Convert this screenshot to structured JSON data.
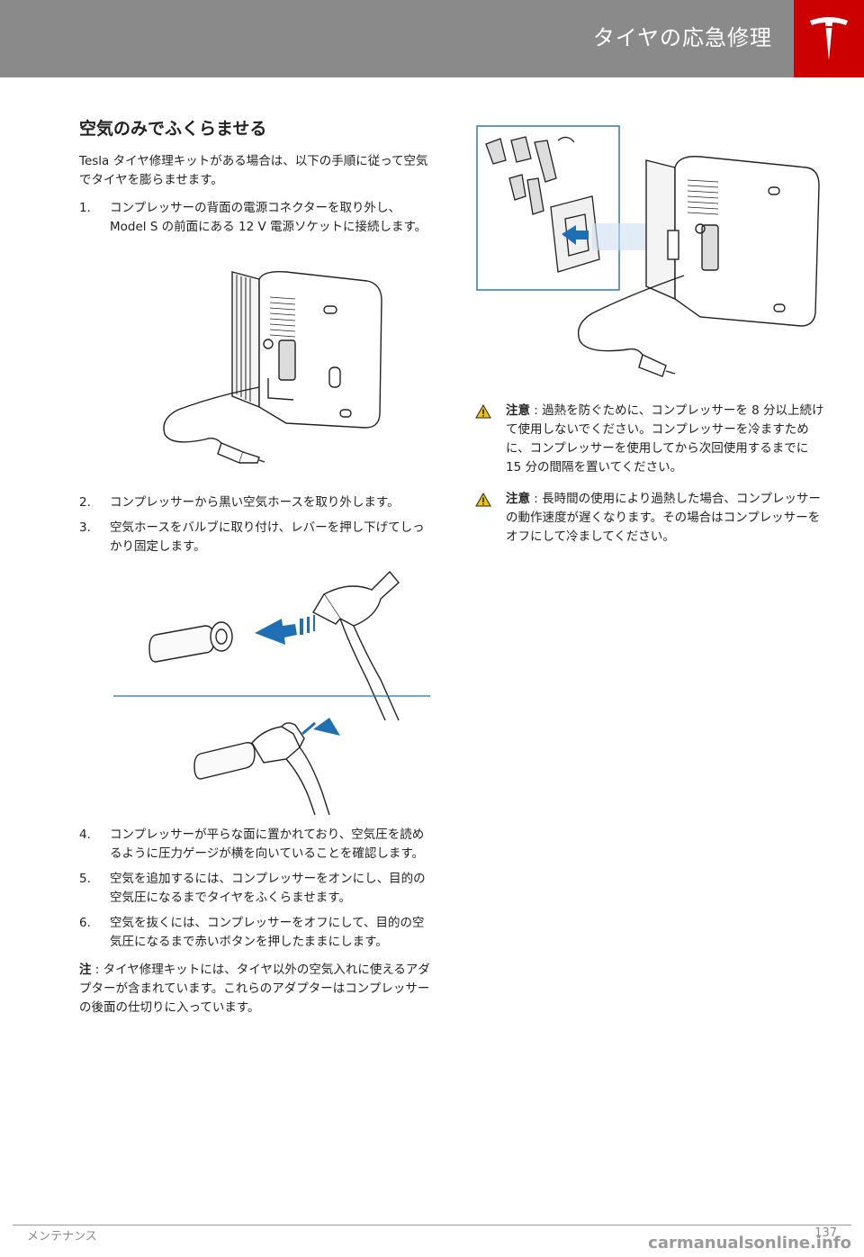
{
  "header": {
    "title": "タイヤの応急修理"
  },
  "section": {
    "title": "空気のみでふくらませる",
    "intro": "Tesla タイヤ修理キットがある場合は、以下の手順に従って空気でタイヤを膨らませます。"
  },
  "steps": [
    {
      "num": "1.",
      "text": "コンプレッサーの背面の電源コネクターを取り外し、Model S の前面にある 12 V 電源ソケットに接続します。"
    },
    {
      "num": "2.",
      "text": "コンプレッサーから黒い空気ホースを取り外します。"
    },
    {
      "num": "3.",
      "text": "空気ホースをバルブに取り付け、レバーを押し下げてしっかり固定します。"
    },
    {
      "num": "4.",
      "text": "コンプレッサーが平らな面に置かれており、空気圧を読めるように圧力ゲージが横を向いていることを確認します。"
    },
    {
      "num": "5.",
      "text": "空気を追加するには、コンプレッサーをオンにし、目的の空気圧になるまでタイヤをふくらませます。"
    },
    {
      "num": "6.",
      "text": "空気を抜くには、コンプレッサーをオフにして、目的の空気圧になるまで赤いボタンを押したままにします。"
    }
  ],
  "note": {
    "label": "注",
    "text": " : タイヤ修理キットには、タイヤ以外の空気入れに使えるアダプターが含まれています。これらのアダプターはコンプレッサーの後面の仕切りに入っています。"
  },
  "cautions": [
    {
      "label": "注意",
      "text": " : 過熱を防ぐために、コンプレッサーを 8 分以上続けて使用しないでください。コンプレッサーを冷ますために、コンプレッサーを使用してから次回使用するまでに 15 分の間隔を置いてください。"
    },
    {
      "label": "注意",
      "text": " : 長時間の使用により過熱した場合、コンプレッサーの動作速度が遅くなります。その場合はコンプレッサーをオフにして冷ましてください。"
    }
  ],
  "footer": {
    "section": "メンテナンス",
    "page": "137"
  },
  "watermark": "carmanualsonline.info",
  "colors": {
    "header_bg": "#8a8a8a",
    "brand_red": "#cc0000",
    "accent_blue": "#1f6fb4",
    "warning_yellow": "#f5c400"
  }
}
